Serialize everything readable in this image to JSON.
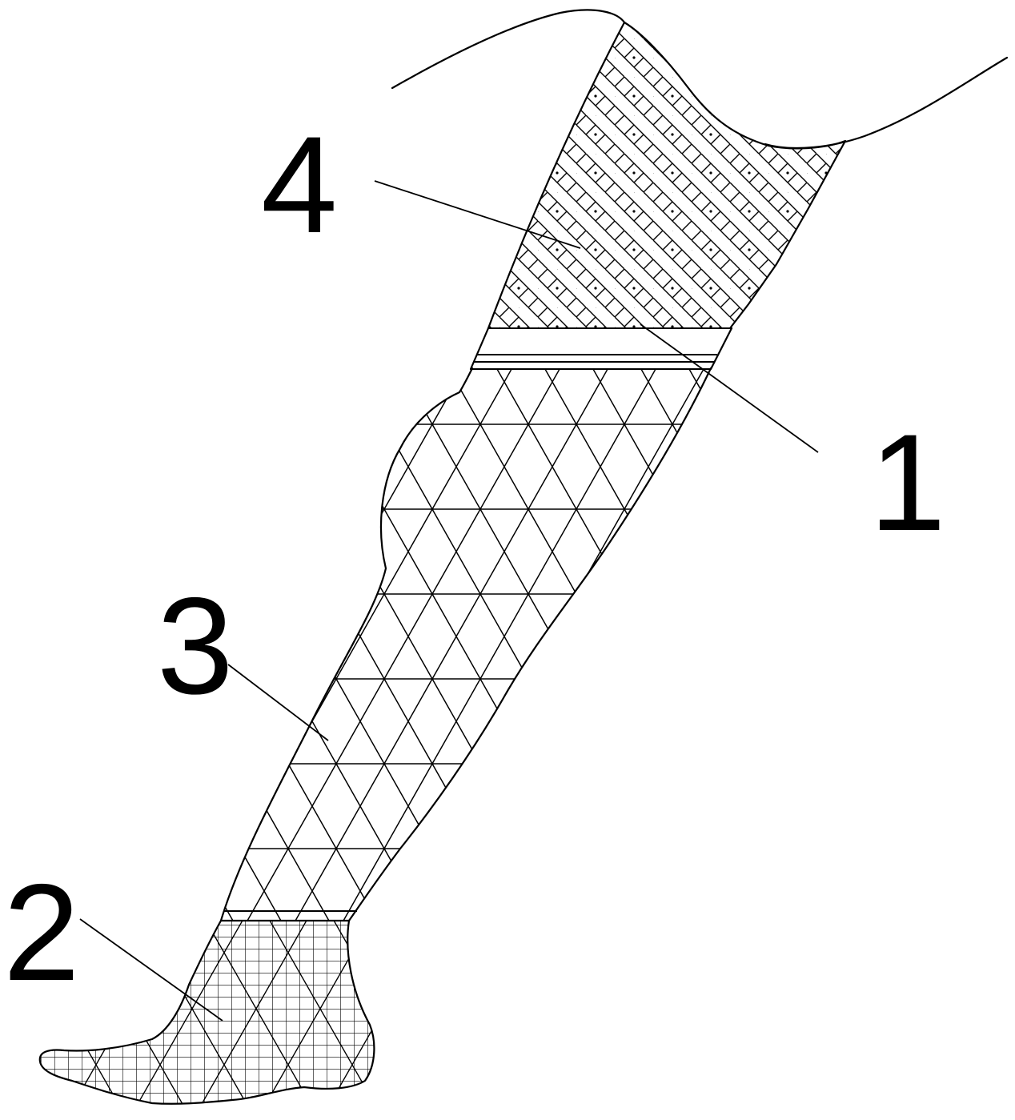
{
  "figure": {
    "background": "#ffffff",
    "line_color": "#000000",
    "labels": [
      {
        "id": "1",
        "text": "1"
      },
      {
        "id": "2",
        "text": "2"
      },
      {
        "id": "3",
        "text": "3"
      },
      {
        "id": "4",
        "text": "4"
      }
    ]
  }
}
